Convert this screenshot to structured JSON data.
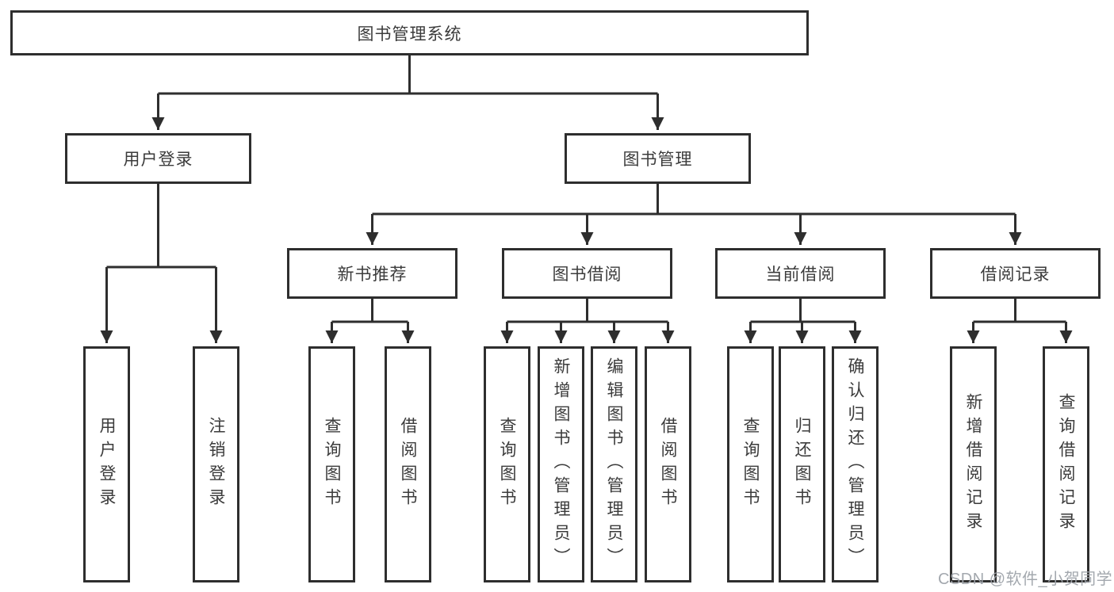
{
  "tree": {
    "label": "图书管理系统",
    "children": [
      {
        "label": "用户登录",
        "children": [
          {
            "label": "用户登录"
          },
          {
            "label": "注销登录"
          }
        ]
      },
      {
        "label": "图书管理",
        "children": [
          {
            "label": "新书推荐",
            "children": [
              {
                "label": "查询图书"
              },
              {
                "label": "借阅图书"
              }
            ]
          },
          {
            "label": "图书借阅",
            "children": [
              {
                "label": "查询图书"
              },
              {
                "label": "新增图书（管理员）"
              },
              {
                "label": "编辑图书（管理员）"
              },
              {
                "label": "借阅图书"
              }
            ]
          },
          {
            "label": "当前借阅",
            "children": [
              {
                "label": "查询图书"
              },
              {
                "label": "归还图书"
              },
              {
                "label": "确认归还（管理员）"
              }
            ]
          },
          {
            "label": "借阅记录",
            "children": [
              {
                "label": "新增借阅记录"
              },
              {
                "label": "查询借阅记录"
              }
            ]
          }
        ]
      }
    ]
  },
  "watermark": "CSDN @软件_小贺同学",
  "colors": {
    "line": "#2e2e2e",
    "border": "#2e2e2e",
    "text": "#3b3b3b",
    "background": "#ffffff",
    "watermark": "#9ea3aa"
  }
}
